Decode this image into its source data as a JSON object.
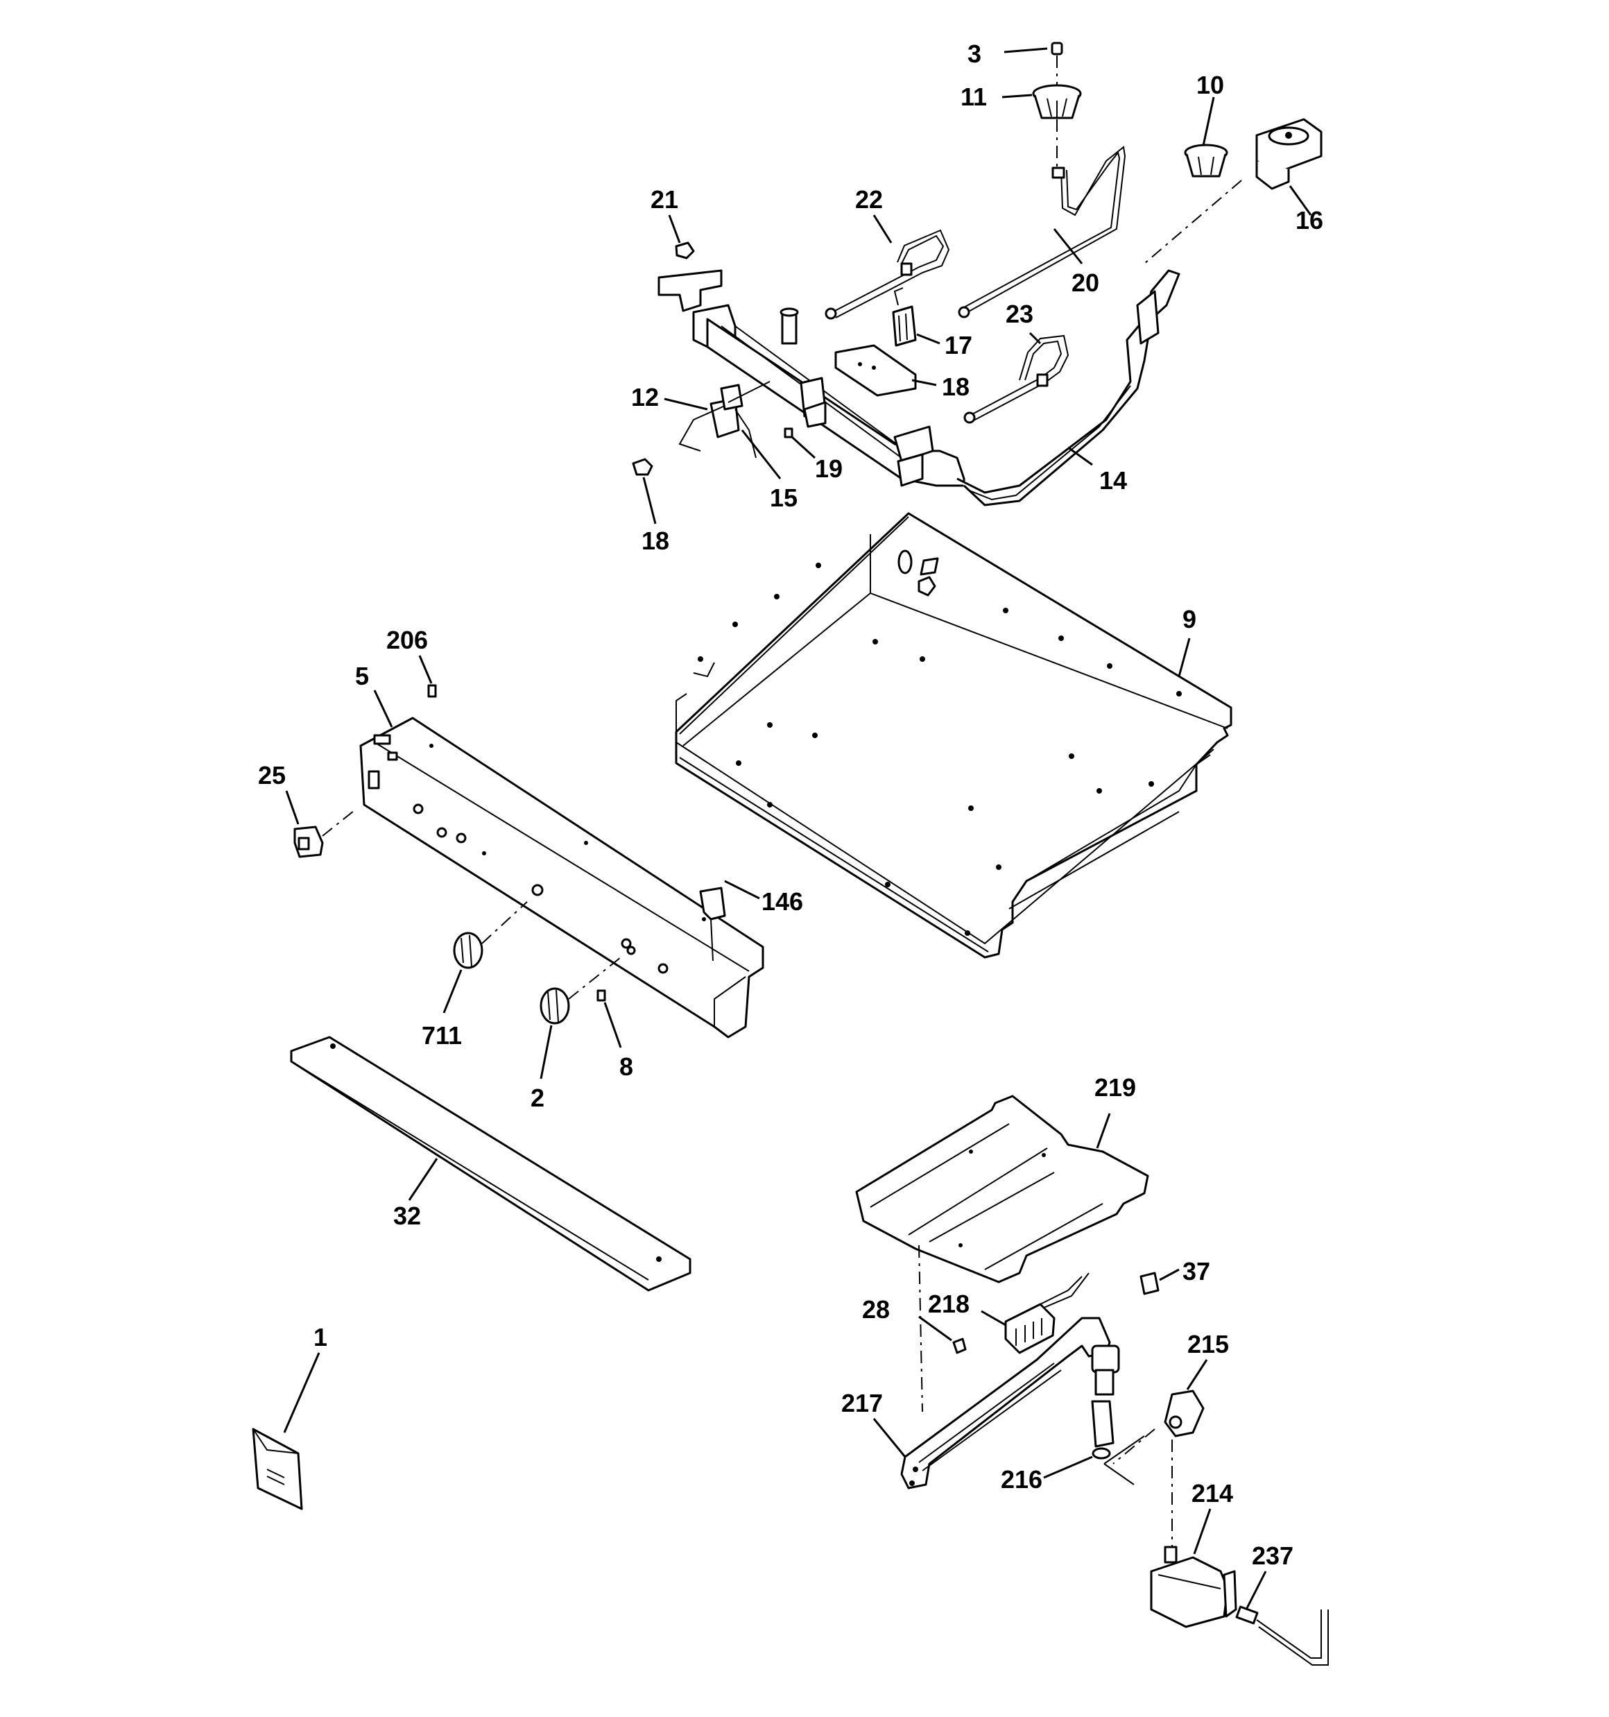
{
  "callouts": [
    {
      "id": "c3",
      "text": "3"
    },
    {
      "id": "c11",
      "text": "11"
    },
    {
      "id": "c10",
      "text": "10"
    },
    {
      "id": "c16",
      "text": "16"
    },
    {
      "id": "c21",
      "text": "21"
    },
    {
      "id": "c22",
      "text": "22"
    },
    {
      "id": "c20",
      "text": "20"
    },
    {
      "id": "c17",
      "text": "17"
    },
    {
      "id": "c23",
      "text": "23"
    },
    {
      "id": "c18a",
      "text": "18"
    },
    {
      "id": "c12",
      "text": "12"
    },
    {
      "id": "c19",
      "text": "19"
    },
    {
      "id": "c15",
      "text": "15"
    },
    {
      "id": "c14",
      "text": "14"
    },
    {
      "id": "c18b",
      "text": "18"
    },
    {
      "id": "c9",
      "text": "9"
    },
    {
      "id": "c206",
      "text": "206"
    },
    {
      "id": "c5",
      "text": "5"
    },
    {
      "id": "c25",
      "text": "25"
    },
    {
      "id": "c146",
      "text": "146"
    },
    {
      "id": "c711",
      "text": "711"
    },
    {
      "id": "c2",
      "text": "2"
    },
    {
      "id": "c8",
      "text": "8"
    },
    {
      "id": "c219",
      "text": "219"
    },
    {
      "id": "c32",
      "text": "32"
    },
    {
      "id": "c37",
      "text": "37"
    },
    {
      "id": "c28",
      "text": "28"
    },
    {
      "id": "c218",
      "text": "218"
    },
    {
      "id": "c215",
      "text": "215"
    },
    {
      "id": "c1",
      "text": "1"
    },
    {
      "id": "c217",
      "text": "217"
    },
    {
      "id": "c216",
      "text": "216"
    },
    {
      "id": "c214",
      "text": "214"
    },
    {
      "id": "c237",
      "text": "237"
    }
  ]
}
